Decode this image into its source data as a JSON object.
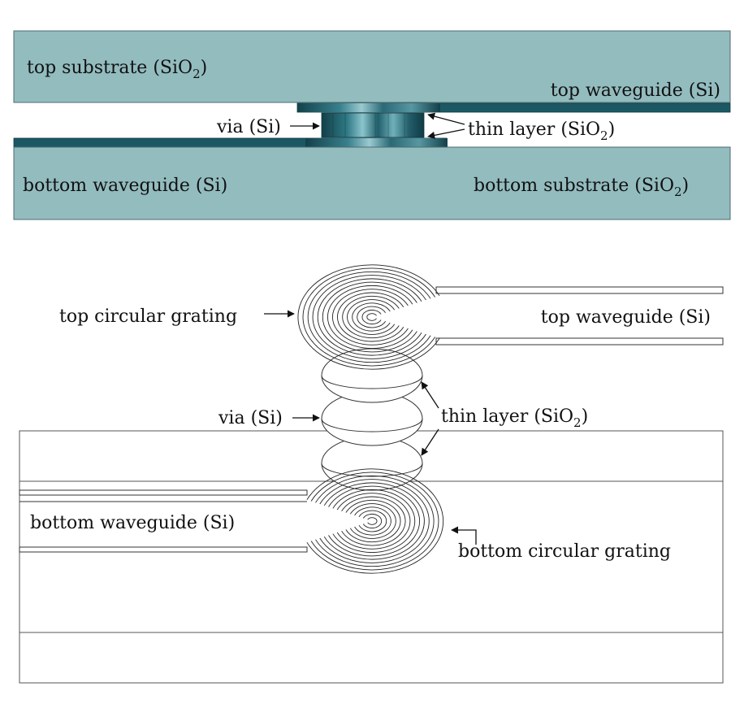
{
  "colors": {
    "substrate": "#93bcbf",
    "substrate_edge": "#4c6b70",
    "silicon": "#1b5864",
    "silicon_light": "#5fa2ae",
    "line": "#222222",
    "background": "#ffffff"
  },
  "cross_section": {
    "top_substrate": {
      "text": "top substrate (SiO",
      "sub": "2",
      "close": ")"
    },
    "top_waveguide": "top waveguide (Si)",
    "via": "via (Si)",
    "thin_layer": {
      "text": "thin layer (SiO",
      "sub": "2",
      "close": ")"
    },
    "bottom_waveguide": "bottom waveguide (Si)",
    "bottom_substrate": {
      "text": "bottom substrate (SiO",
      "sub": "2",
      "close": ")"
    }
  },
  "perspective": {
    "top_grating": "top circular grating",
    "top_waveguide": "top waveguide (Si)",
    "via": "via (Si)",
    "thin_layer": {
      "text": "thin layer (SiO",
      "sub": "2",
      "close": ")"
    },
    "bottom_waveguide": "bottom waveguide (Si)",
    "bottom_grating": "bottom circular grating"
  }
}
